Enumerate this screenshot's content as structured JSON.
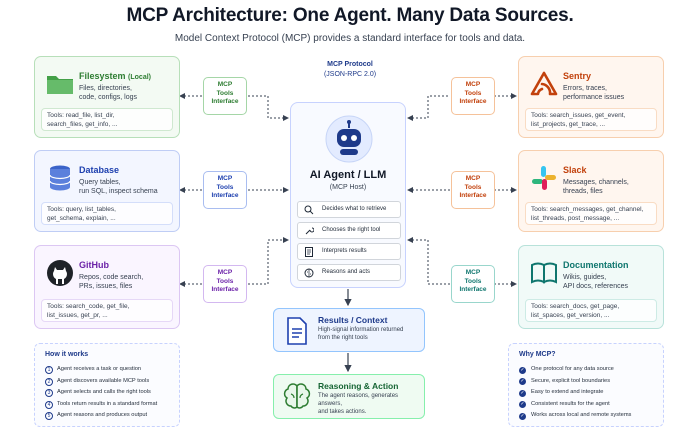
{
  "title": "MCP Architecture: One Agent. Many Data Sources.",
  "subtitle": "Model Context Protocol (MCP) provides a standard interface for tools and data.",
  "protocol": {
    "line1": "MCP Protocol",
    "line2": "(JSON-RPC 2.0)"
  },
  "mcp_label": {
    "line1": "MCP",
    "line2": "Tools",
    "line3": "Interface"
  },
  "colors": {
    "green": "#2e7d32",
    "blue": "#1e40af",
    "purple": "#6b21a8",
    "orange": "#c2410c",
    "teal": "#0f766e",
    "navy": "#1e3a8a"
  },
  "sources_left": [
    {
      "name": "Filesystem",
      "qualifier": "(Local)",
      "icon": "folder-icon",
      "desc": [
        "Files, directories,",
        "code, configs, logs"
      ],
      "tools": [
        "Tools: read_file, list_dir,",
        "search_files, get_info, ..."
      ]
    },
    {
      "name": "Database",
      "qualifier": "",
      "icon": "database-icon",
      "desc": [
        "Query tables,",
        "run SQL, inspect schema"
      ],
      "tools": [
        "Tools: query, list_tables,",
        "get_schema, explain, ..."
      ]
    },
    {
      "name": "GitHub",
      "qualifier": "",
      "icon": "github-icon",
      "desc": [
        "Repos, code search,",
        "PRs, issues, files"
      ],
      "tools": [
        "Tools: search_code, get_file,",
        "list_issues, get_pr, ..."
      ]
    }
  ],
  "sources_right": [
    {
      "name": "Sentry",
      "icon": "sentry-icon",
      "desc": [
        "Errors, traces,",
        "performance issues"
      ],
      "tools": [
        "Tools: search_issues, get_event,",
        "list_projects, get_trace, ..."
      ]
    },
    {
      "name": "Slack",
      "icon": "slack-icon",
      "desc": [
        "Messages, channels,",
        "threads, files"
      ],
      "tools": [
        "Tools: search_messages, get_channel,",
        "list_threads, post_message, ..."
      ]
    },
    {
      "name": "Documentation",
      "icon": "book-icon",
      "desc": [
        "Wikis, guides,",
        "API docs, references"
      ],
      "tools": [
        "Tools: search_docs, get_page,",
        "list_spaces, get_version, ..."
      ]
    }
  ],
  "agent": {
    "title": "AI Agent / LLM",
    "subtitle": "(MCP Host)",
    "steps": [
      {
        "label": "Decides what to retrieve",
        "icon": "search-icon"
      },
      {
        "label": "Chooses the right tool",
        "icon": "wrench-icon"
      },
      {
        "label": "Interprets results",
        "icon": "document-icon"
      },
      {
        "label": "Reasons and acts",
        "icon": "brain-icon"
      }
    ]
  },
  "results": {
    "title": "Results / Context",
    "desc": [
      "High-signal information returned",
      "from the right tools"
    ]
  },
  "reasoning": {
    "title": "Reasoning & Action",
    "desc": [
      "The agent reasons, generates answers,",
      "and takes actions."
    ]
  },
  "how_it_works": {
    "title": "How it works",
    "steps": [
      "Agent receives a task or question",
      "Agent discovers available MCP tools",
      "Agent selects and calls the right tools",
      "Tools return results in a standard format",
      "Agent reasons and produces output"
    ]
  },
  "why_mcp": {
    "title": "Why MCP?",
    "items": [
      "One protocol for any data source",
      "Secure, explicit tool boundaries",
      "Easy to extend and integrate",
      "Consistent results for the agent",
      "Works across local and remote systems"
    ]
  }
}
